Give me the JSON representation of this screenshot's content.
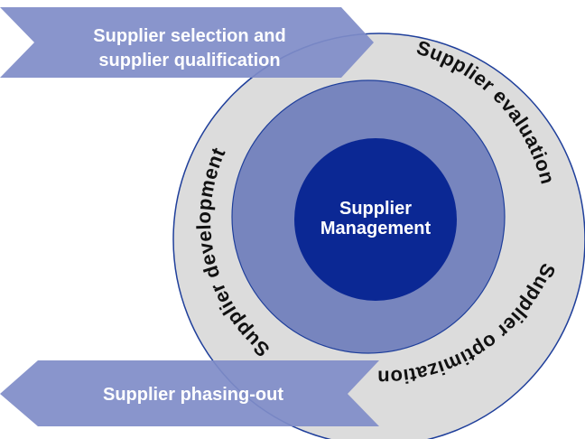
{
  "diagram": {
    "center": {
      "line1": "Supplier",
      "line2": "Management"
    },
    "ring_labels": {
      "evaluation": "Supplier evaluation",
      "optimization": "Supplier optimization",
      "development": "Supplier development"
    },
    "arrows": {
      "selection_line1": "Supplier selection and",
      "selection_line2": "supplier qualification",
      "phasing_out": "Supplier phasing-out"
    }
  },
  "colors": {
    "outer_ring": "#dcdcdc",
    "outer_ring_stroke": "#1f3f9b",
    "middle_circle": "#7785be",
    "inner_circle": "#0b2894",
    "arrow_fill": "#7f8cc8"
  }
}
